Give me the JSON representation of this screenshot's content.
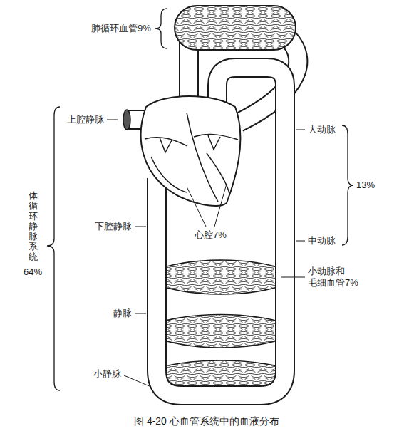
{
  "diagram": {
    "caption": "图 4-20 心血管系统中的血液分布",
    "labels": [
      "肺循环血管9%",
      "上腔静脉",
      "大动脉",
      "13%",
      "体循环静脉系统",
      "64%",
      "下腔静脉",
      "心腔7%",
      "中动脉",
      "小动脉和 毛细血管7%",
      "静脉",
      "小静脉"
    ]
  }
}
